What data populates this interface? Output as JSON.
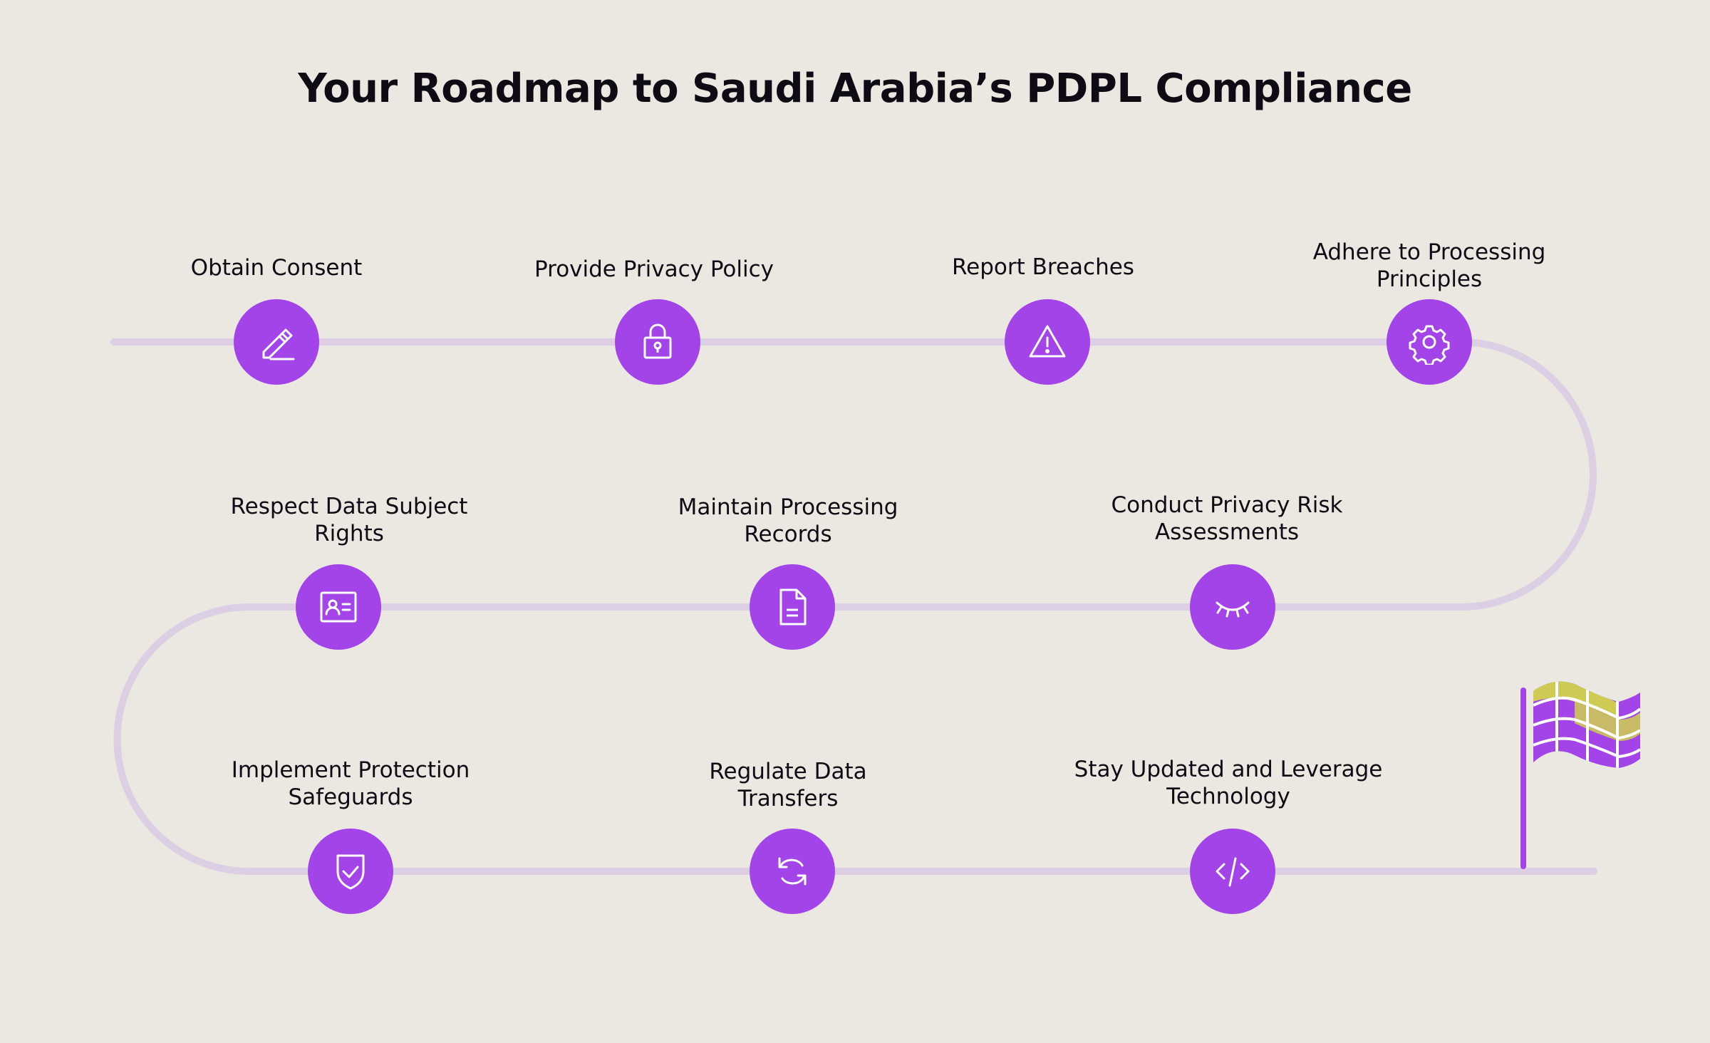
{
  "title": "Your Roadmap to Saudi Arabia’s PDPL Compliance",
  "colors": {
    "background": "#ebe8e1",
    "accent": "#a244e8",
    "track": "#dccfe3",
    "flag_highlight": "#d6e33a",
    "text": "#0e0b14"
  },
  "steps": [
    {
      "label_lines": [
        "Obtain Consent"
      ],
      "icon": "pencil-icon"
    },
    {
      "label_lines": [
        "Provide Privacy Policy"
      ],
      "icon": "lock-icon"
    },
    {
      "label_lines": [
        "Report Breaches"
      ],
      "icon": "warning-icon"
    },
    {
      "label_lines": [
        "Adhere to Processing",
        "Principles"
      ],
      "icon": "gear-icon"
    },
    {
      "label_lines": [
        "Conduct Privacy Risk",
        "Assessments"
      ],
      "icon": "closed-eye-icon"
    },
    {
      "label_lines": [
        "Maintain Processing",
        "Records"
      ],
      "icon": "document-icon"
    },
    {
      "label_lines": [
        "Respect Data Subject",
        "Rights"
      ],
      "icon": "id-card-icon"
    },
    {
      "label_lines": [
        "Implement Protection",
        "Safeguards"
      ],
      "icon": "shield-check-icon"
    },
    {
      "label_lines": [
        "Regulate Data",
        "Transfers"
      ],
      "icon": "sync-icon"
    },
    {
      "label_lines": [
        "Stay Updated and Leverage",
        "Technology"
      ],
      "icon": "code-icon"
    }
  ],
  "finish": {
    "icon": "finish-flag-icon"
  }
}
